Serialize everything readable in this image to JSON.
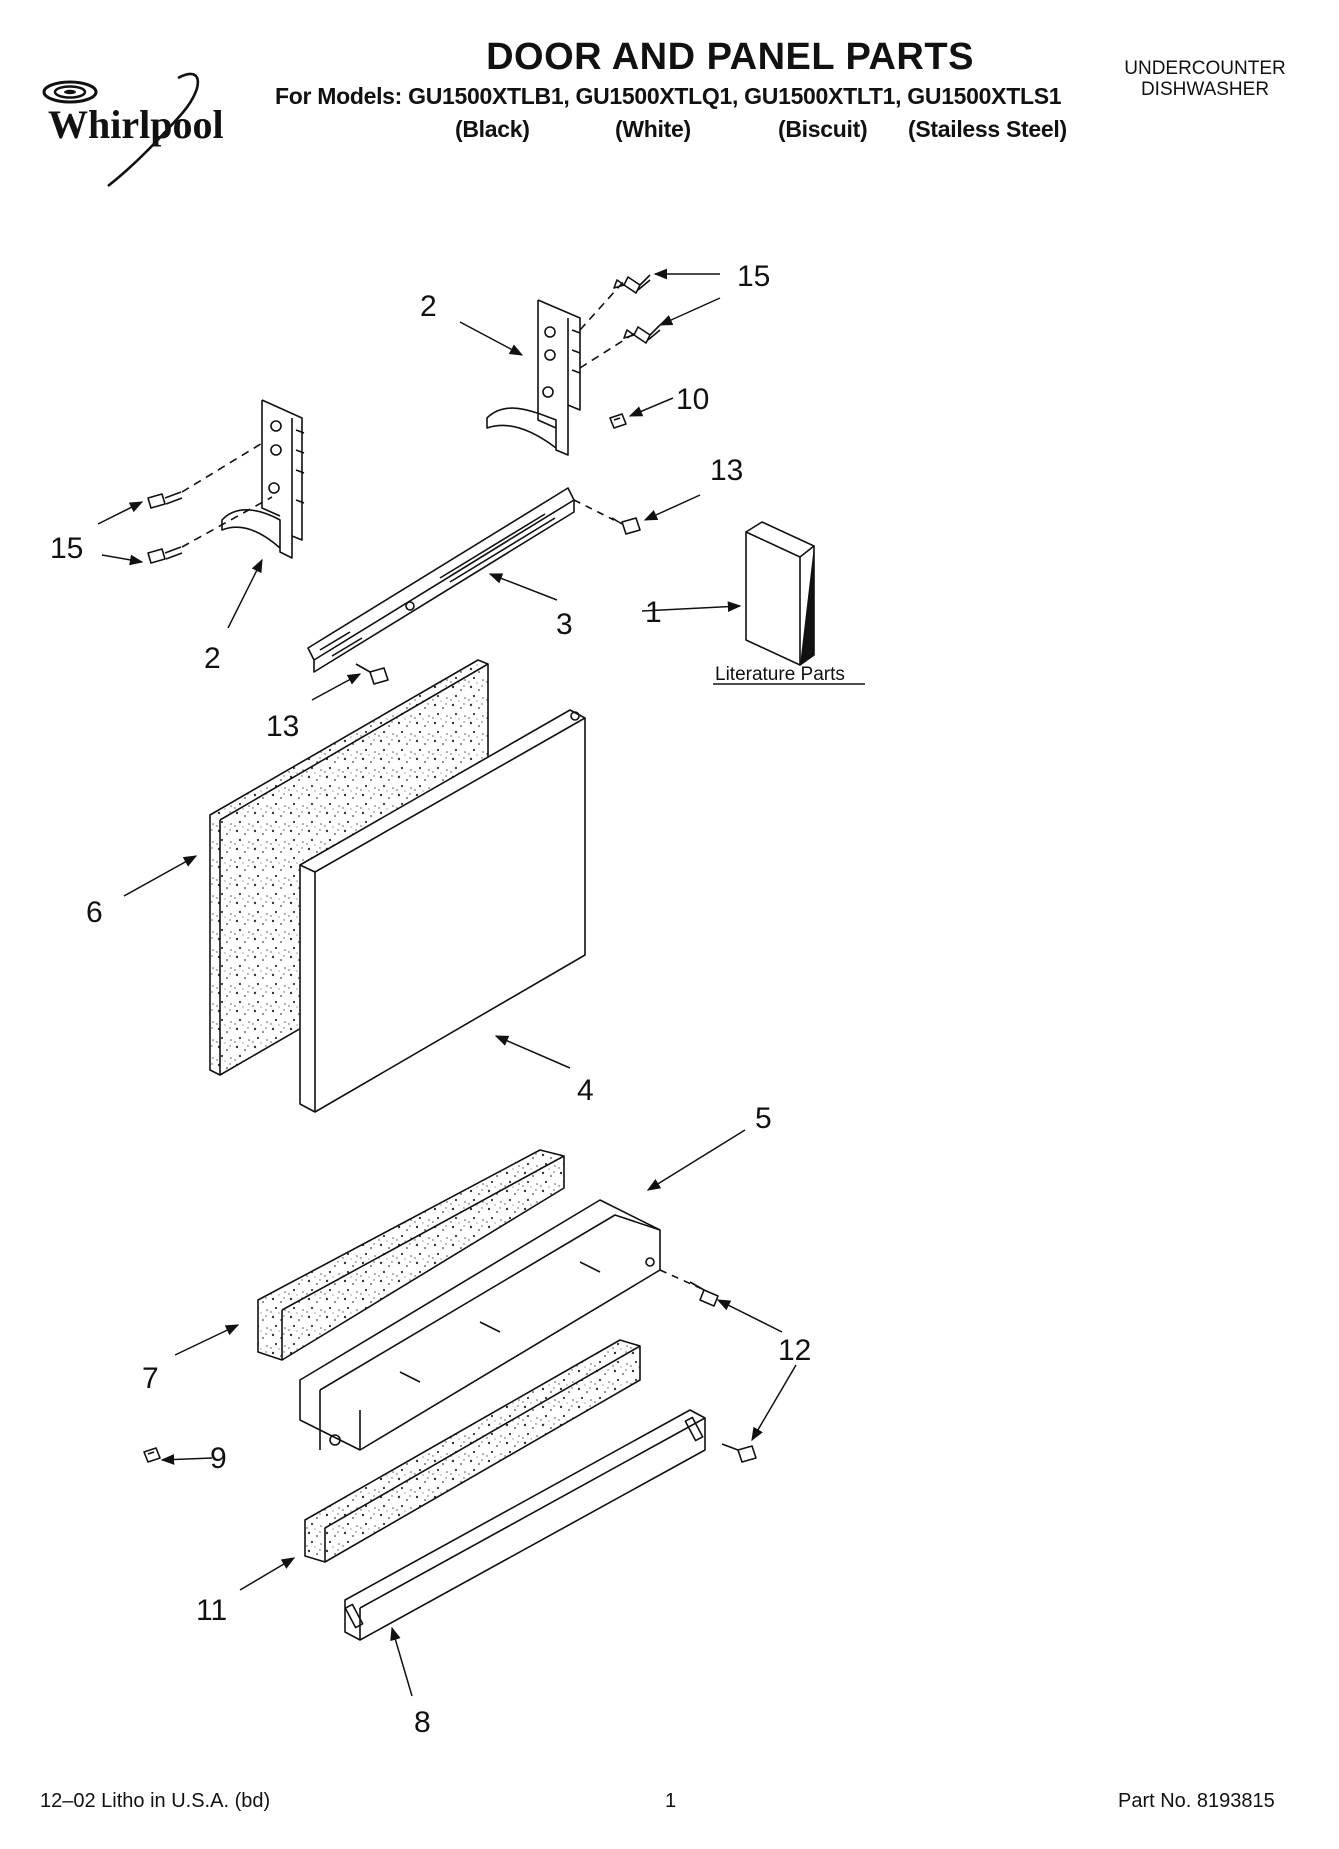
{
  "header": {
    "brand": "Whirlpool",
    "title": "DOOR AND PANEL PARTS",
    "models_line": "For Models: GU1500XTLB1, GU1500XTLQ1, GU1500XTLT1, GU1500XTLS1",
    "variants": [
      "(Black)",
      "(White)",
      "(Biscuit)",
      "(Stailess Steel)"
    ],
    "appliance_line1": "UNDERCOUNTER",
    "appliance_line2": "DISHWASHER"
  },
  "callouts": {
    "hinge_right_top": "2",
    "screws_right_top": "15",
    "clip_top": "10",
    "screw_right_strip": "13",
    "literature": "1",
    "screws_left": "15",
    "hinge_left": "2",
    "strip": "3",
    "screw_left_strip": "13",
    "insulation_panel": "6",
    "door_panel": "4",
    "toe_bracket": "5",
    "toe_insulation": "7",
    "toe_screws": "12",
    "clip_bottom": "9",
    "kick_insulation": "11",
    "kick_plate": "8"
  },
  "literature_label": "Literature Parts",
  "footer": {
    "litho": "12–02 Litho in U.S.A. (bd)",
    "page": "1",
    "part_no": "Part No. 8193815"
  }
}
